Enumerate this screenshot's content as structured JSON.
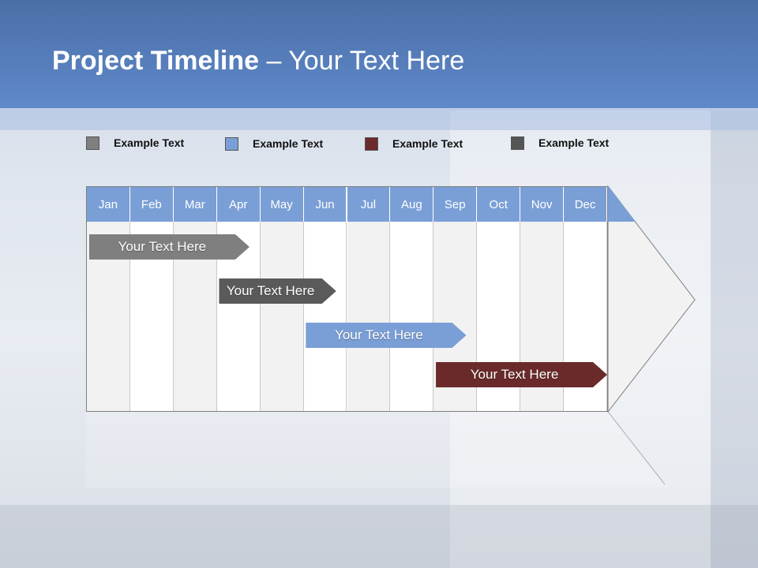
{
  "title": {
    "bold": "Project Timeline",
    "rest": " – Your Text Here"
  },
  "legend": [
    {
      "label": "Example Text",
      "color": "#7f7f7f"
    },
    {
      "label": "Example Text",
      "color": "#7a9fd6"
    },
    {
      "label": "Example Text",
      "color": "#6b2a2a"
    },
    {
      "label": "Example Text",
      "color": "#555555"
    }
  ],
  "months": [
    "Jan",
    "Feb",
    "Mar",
    "Apr",
    "May",
    "Jun",
    "Jul",
    "Aug",
    "Sep",
    "Oct",
    "Nov",
    "Dec"
  ],
  "tasks": [
    {
      "label": "Your  Text Here",
      "color": "#7f7f7f",
      "start_month": 0.05,
      "end_month": 3.75
    },
    {
      "label": "Your  Text Here",
      "color": "#5a5a5a",
      "start_month": 3.05,
      "end_month": 5.75
    },
    {
      "label": "Your  Text Here",
      "color": "#7a9fd6",
      "start_month": 5.05,
      "end_month": 8.75
    },
    {
      "label": "Your  Text Here",
      "color": "#6b2a2a",
      "start_month": 8.05,
      "end_month": 12.0
    }
  ],
  "colors": {
    "header": "#5a80bd",
    "month_header": "#7a9fd6",
    "grid_alt": "#f2f2f2"
  }
}
